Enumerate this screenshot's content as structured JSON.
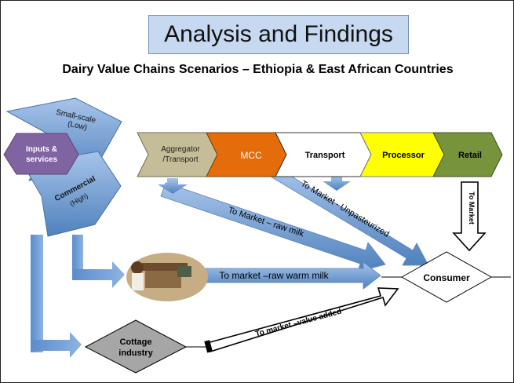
{
  "slide": {
    "title": "Analysis and Findings",
    "subtitle": "Dairy Value Chains Scenarios – Ethiopia & East African Countries"
  },
  "producers": {
    "small_scale": {
      "line1": "Small-scale",
      "line2": "(Low)"
    },
    "commercial": {
      "line1": "Commercial",
      "line2": "(High)"
    },
    "inputs": {
      "line1": "Inputs &",
      "line2": "services"
    }
  },
  "chain": [
    {
      "id": "aggregator",
      "line1": "Aggregator",
      "line2": "/Transport",
      "color": "#c4bd97"
    },
    {
      "id": "mcc",
      "line1": "MCC",
      "color": "#e46c0a"
    },
    {
      "id": "transport",
      "line1": "Transport",
      "color": "#ffffff"
    },
    {
      "id": "processor",
      "line1": "Processor",
      "color": "#ffff00"
    },
    {
      "id": "retail",
      "line1": "Retail",
      "color": "#77933c"
    }
  ],
  "flows": {
    "raw_milk": "To Market – raw milk",
    "unpasteurized": "To Market - Unpasteurized",
    "raw_warm_milk": "To market –raw warm milk",
    "value_added": "To market –value added",
    "retail_to_market": "To Market"
  },
  "nodes": {
    "consumer": "Consumer",
    "cottage": {
      "line1": "Cottage",
      "line2": "industry"
    }
  },
  "colors": {
    "blue_arrow": "#4f81bd",
    "light_blue": "#8db3e2",
    "inputs_purple": "#8064a2",
    "cottage_gray": "#a6a6a6"
  },
  "images": {
    "photo": "market-photo"
  }
}
